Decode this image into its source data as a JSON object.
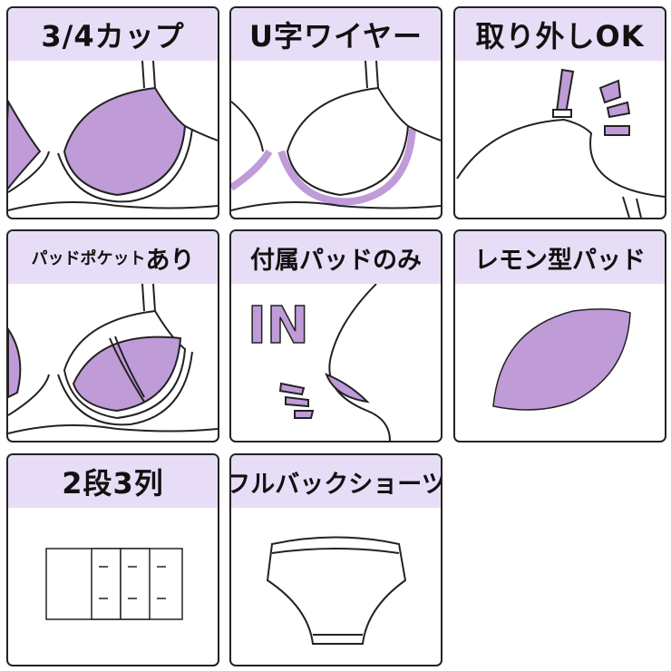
{
  "colors": {
    "header_bg": "#e8ddf7",
    "accent_fill": "#bf9bd8",
    "outline": "#222222"
  },
  "tiles": [
    {
      "label": "3/4カップ",
      "icon": "three-quarter-cup-bra-icon"
    },
    {
      "label": "U字ワイヤー",
      "icon": "u-wire-bra-icon"
    },
    {
      "label": "取り外しOK",
      "icon": "detachable-strap-icon"
    },
    {
      "label_small": "パッドポケット",
      "label": "あり",
      "icon": "pad-pocket-icon"
    },
    {
      "label": "付属パッドのみ",
      "icon": "pad-included-icon",
      "badge": "IN"
    },
    {
      "label": "レモン型パッド",
      "icon": "lemon-pad-icon"
    },
    {
      "label": "2段3列",
      "icon": "hook-eye-2x3-icon"
    },
    {
      "label": "フルバックショーツ",
      "icon": "full-back-shorts-icon"
    }
  ]
}
